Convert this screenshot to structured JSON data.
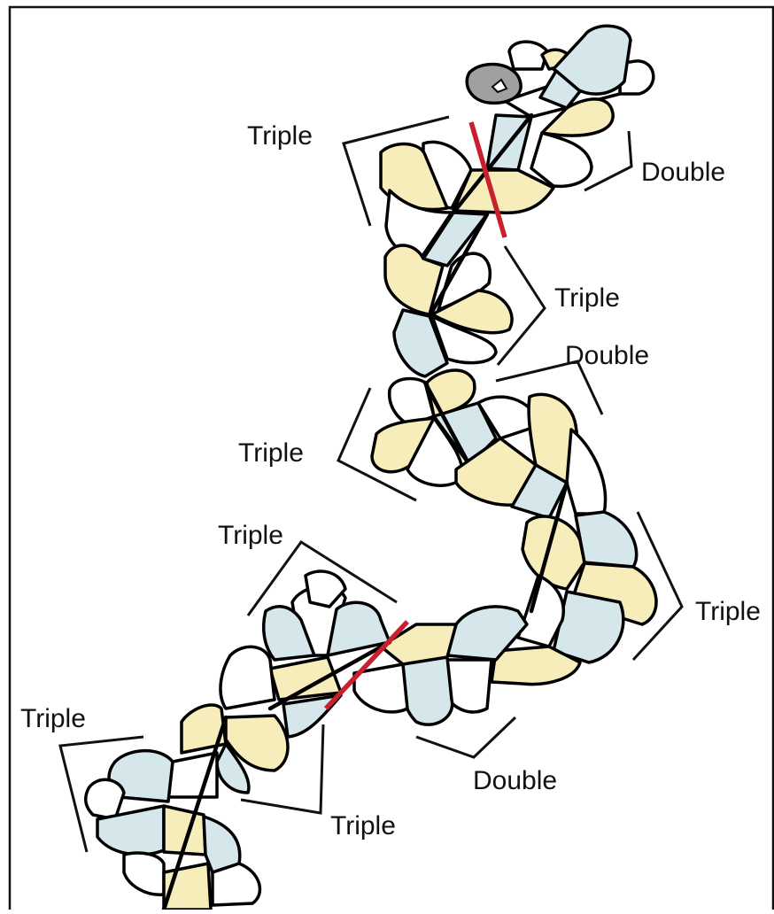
{
  "figure": {
    "labels": {
      "triple_1": "Triple",
      "double_1": "Double",
      "triple_2": "Triple",
      "double_2": "Double",
      "triple_3": "Triple",
      "triple_4": "Triple",
      "triple_5": "Triple",
      "triple_6": "Triple",
      "double_3": "Double",
      "triple_7": "Triple"
    },
    "colors": {
      "yellow": "#f7edbb",
      "blue": "#d6e7ec",
      "white": "#ffffff",
      "gray": "#a0a0a3",
      "cut_line": "#c8202e",
      "outline": "#000000"
    }
  }
}
